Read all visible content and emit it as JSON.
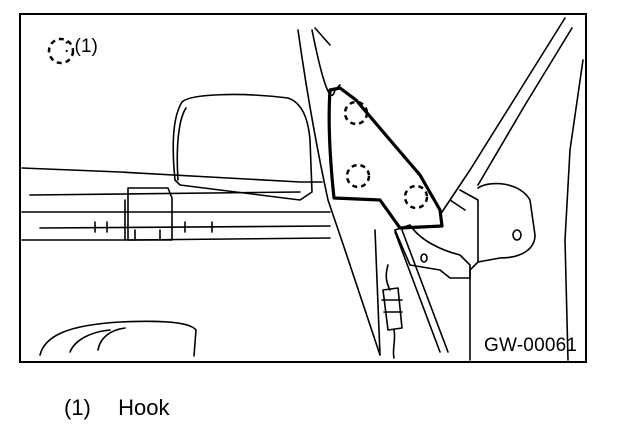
{
  "legend": {
    "symbol": "dashed-circle",
    "label": ":  (1)"
  },
  "figure_code": "GW-00061",
  "caption": {
    "number": "(1)",
    "text": "Hook"
  }
}
